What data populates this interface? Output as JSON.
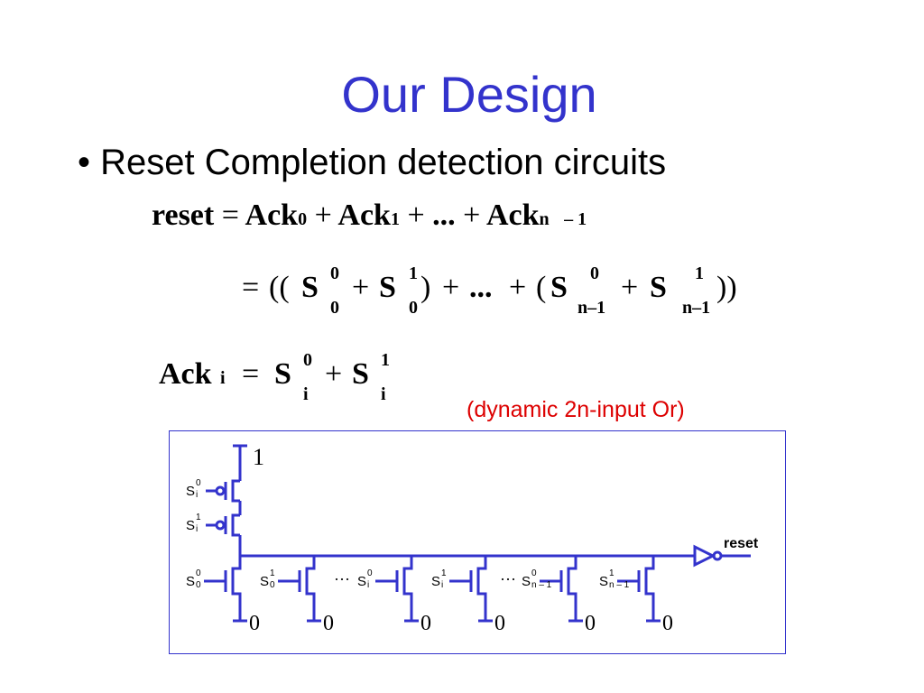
{
  "slide": {
    "title": "Our Design",
    "bullet": "• Reset Completion detection circuits"
  },
  "equations": {
    "eq1": {
      "lhs": "reset",
      "eq": "=",
      "t0": "Ack",
      "t0_sub": "0",
      "p1": "+",
      "t1": "Ack",
      "t1_sub": "1",
      "p2": "+",
      "dots": "...",
      "p3": "+",
      "tn": "Ack",
      "tn_sub": "n",
      "tn_tail": "– 1"
    },
    "eq2": {
      "eq": "=",
      "open": "((",
      "s": "S",
      "sup0": "0",
      "sup1": "1",
      "sub0": "0",
      "plus": "+",
      "close1": ")",
      "plus_mid": "+",
      "dots": "...",
      "plus_mid2": "+",
      "open2": "(",
      "subn": "n–1",
      "close2": "))"
    },
    "eq3": {
      "lhs": "Ack",
      "lhs_sub": "i",
      "eq": "=",
      "s": "S",
      "sup0": "0",
      "sup1": "1",
      "subi": "i",
      "plus": "+"
    }
  },
  "note": "(dynamic 2n-input Or)",
  "diagram": {
    "top_label": "1",
    "output_label": "reset",
    "ground_label": "0",
    "ellipsis": "···",
    "input_base": "S",
    "inputs": [
      {
        "sup": "0",
        "sub": "i"
      },
      {
        "sup": "1",
        "sub": "i"
      },
      {
        "sup": "0",
        "sub": "0"
      },
      {
        "sup": "1",
        "sub": "0"
      },
      {
        "sup": "0",
        "sub": "i"
      },
      {
        "sup": "1",
        "sub": "i"
      },
      {
        "sup": "0",
        "sub": "n – 1"
      },
      {
        "sup": "1",
        "sub": "n – 1"
      }
    ],
    "colors": {
      "wire": "#3333cc",
      "text": "#000000"
    }
  }
}
